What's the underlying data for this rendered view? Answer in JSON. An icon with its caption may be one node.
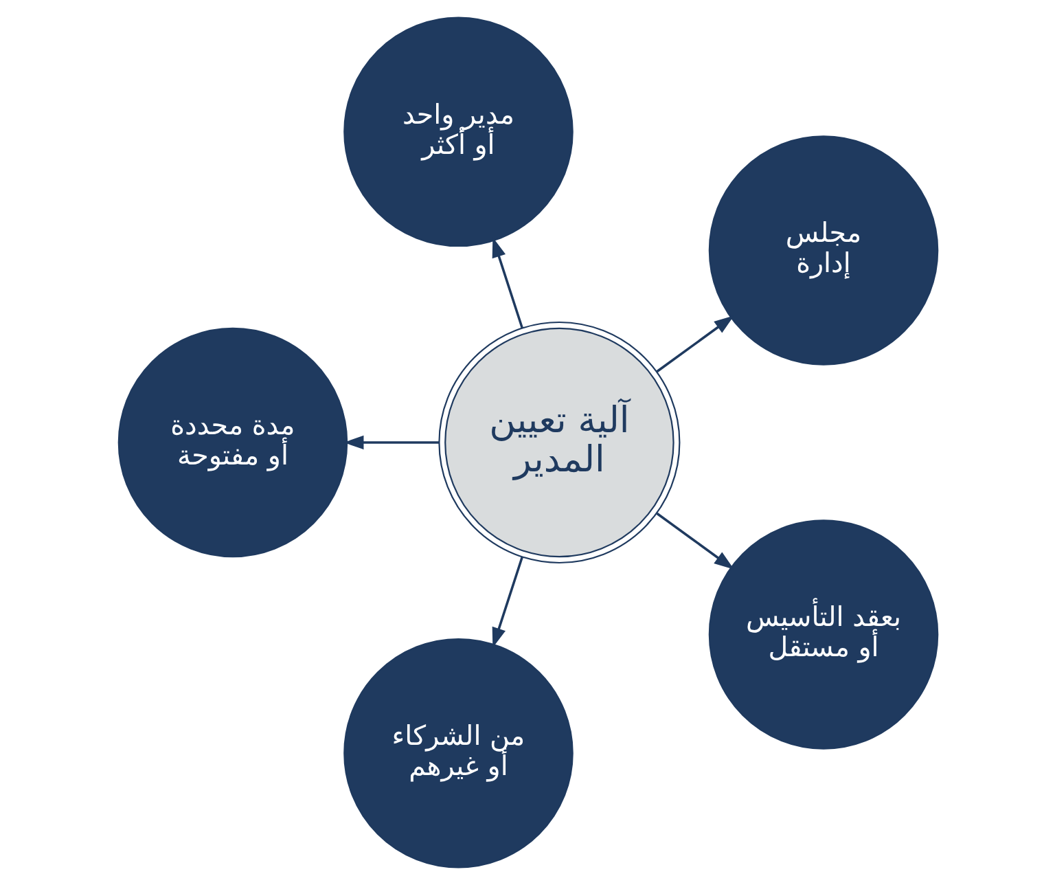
{
  "diagram": {
    "nodes": [
      {
        "text": [
          "آلية تعيين المدير"
        ]
      },
      {
        "text": [
          "مجلس إدارة"
        ]
      },
      {
        "text": [
          "مدير واحد أو أكثر"
        ]
      },
      {
        "text": [
          "مدة محددة أو مفتوحة"
        ]
      },
      {
        "text": [
          "من الشركاء أو غيرهم"
        ]
      },
      {
        "text": [
          "بعقد التأسيس أو مستقل"
        ]
      }
    ],
    "edges": [
      {
        "from": 0,
        "to": 1,
        "arrow": "to"
      },
      {
        "from": 0,
        "to": 2,
        "arrow": "to"
      },
      {
        "from": 0,
        "to": 4,
        "arrow": "to"
      },
      {
        "from": 0,
        "to": 5,
        "arrow": "to"
      },
      {
        "from": 0,
        "to": 3,
        "arrow": "to"
      }
    ]
  }
}
